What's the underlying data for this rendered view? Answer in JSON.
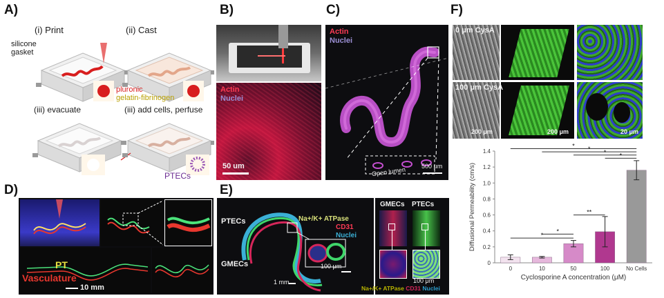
{
  "panelA": {
    "label": "A)",
    "steps": [
      "(i) Print",
      "(ii) Cast",
      "(iii) evacuate",
      "(iii) add cells, perfuse"
    ],
    "gasket": "silicone\ngasket",
    "legend_pluronic": "pluronic",
    "legend_gelatin": "gelatin-fibrinogen",
    "legend_ptecs": "PTECs",
    "colors": {
      "pluronic": "#d81e1e",
      "gelatin": "#c9b300",
      "ptecs": "#6b2c91"
    }
  },
  "panelB": {
    "label": "B)",
    "actin": "Actin",
    "nuclei": "Nuclei",
    "scale": "50 um"
  },
  "panelC": {
    "label": "C)",
    "actin": "Actin",
    "nuclei": "Nuclei",
    "lumen": "Open lumen",
    "scale": "500 μm"
  },
  "panelD": {
    "label": "D)",
    "pt": "PT",
    "vasc": "Vasculature",
    "scale": "10 mm"
  },
  "panelE": {
    "label": "E)",
    "ptecs": "PTECs",
    "gmecs": "GMECs",
    "atpase": "Na+/K+ ATPase",
    "cd31": "CD31",
    "nuclei": "Nuclei",
    "scale_main": "1 mm",
    "scale_inset": "100 μm",
    "right_gmecs": "GMECs",
    "right_ptecs": "PTECs",
    "right_scale": "100 μm",
    "bottom_atpase": "Na+/K+ ATPase",
    "bottom_cd31": "CD31",
    "bottom_nuclei": "Nuclei"
  },
  "panelF": {
    "label": "F)",
    "row1": "0 μm CysA",
    "row2": "100 μm CysA",
    "scale1": "200 μm",
    "scale2": "200 μm",
    "scale3": "20 μm"
  },
  "chart_data": {
    "type": "bar",
    "categories": [
      "0",
      "10",
      "50",
      "100",
      "No Cells"
    ],
    "values": [
      0.07,
      0.07,
      0.24,
      0.39,
      1.16
    ],
    "errors": [
      0.03,
      0.01,
      0.04,
      0.19,
      0.12
    ],
    "colors": [
      "#f3e3ef",
      "#e6b8dc",
      "#d68ac8",
      "#b0388f",
      "#999999"
    ],
    "xlabel": "Cyclosporine A concentration (μM)",
    "ylabel": "Diffusional Permeability (cm/s)",
    "ylim": [
      0,
      1.4
    ],
    "yticks": [
      "0",
      "0.2",
      "0.4",
      "0.6",
      "0.8",
      "1.0",
      "1.2",
      "1.4"
    ],
    "significance": [
      {
        "from": 0,
        "to": 4,
        "level": 6,
        "text": "*"
      },
      {
        "from": 1,
        "to": 4,
        "level": 5,
        "text": "*"
      },
      {
        "from": 2,
        "to": 4,
        "level": 4,
        "text": "*"
      },
      {
        "from": 3,
        "to": 4,
        "level": 3,
        "text": "*"
      },
      {
        "from": 0,
        "to": 2,
        "level": 0,
        "text": "*"
      },
      {
        "from": 1,
        "to": 2,
        "level": 1,
        "text": "*"
      },
      {
        "from": 2,
        "to": 3,
        "level": 2,
        "text": "**"
      }
    ]
  }
}
